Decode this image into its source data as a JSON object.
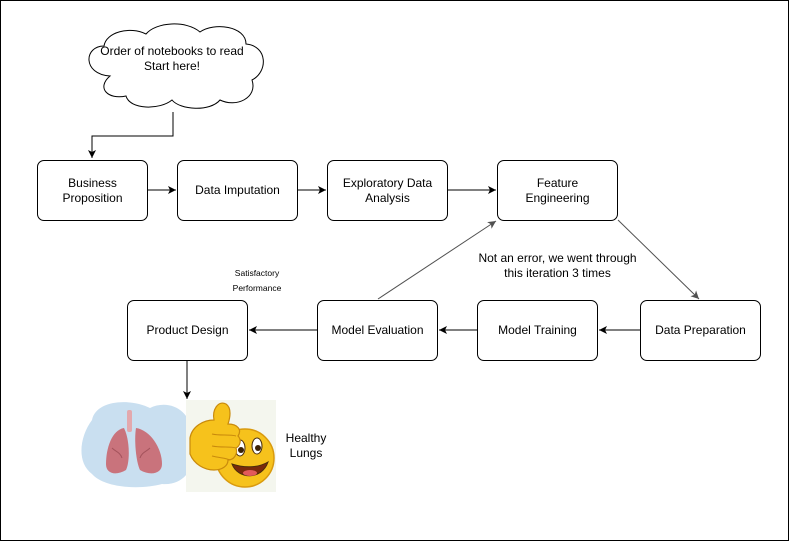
{
  "cloud_note": {
    "line1": "Order of notebooks to read",
    "line2": "Start here!"
  },
  "steps": {
    "business_proposition": {
      "line1": "Business",
      "line2": "Proposition"
    },
    "data_imputation": "Data Imputation",
    "eda": {
      "line1": "Exploratory Data",
      "line2": "Analysis"
    },
    "feature_engineering": "Feature Engineering",
    "data_preparation": "Data Preparation",
    "model_training": "Model Training",
    "model_evaluation": "Model Evaluation",
    "product_design": "Product Design"
  },
  "loop_note": {
    "line1": "Not an error, we went through",
    "line2": "this iteration 3 times"
  },
  "satisfactory_note": {
    "line1": "Satisfactory",
    "line2": "Performance"
  },
  "outcome": {
    "line1": "Healthy",
    "line2": "Lungs"
  },
  "images": {
    "lungs": "lungs-icon",
    "emoji": "thumbs-up-emoji-icon"
  },
  "colors": {
    "stroke": "#000000",
    "loop_arrow": "#505050",
    "lungs_bg": "#c9dff0",
    "lungs": "#c9737c",
    "emoji_face": "#f6c21c"
  }
}
